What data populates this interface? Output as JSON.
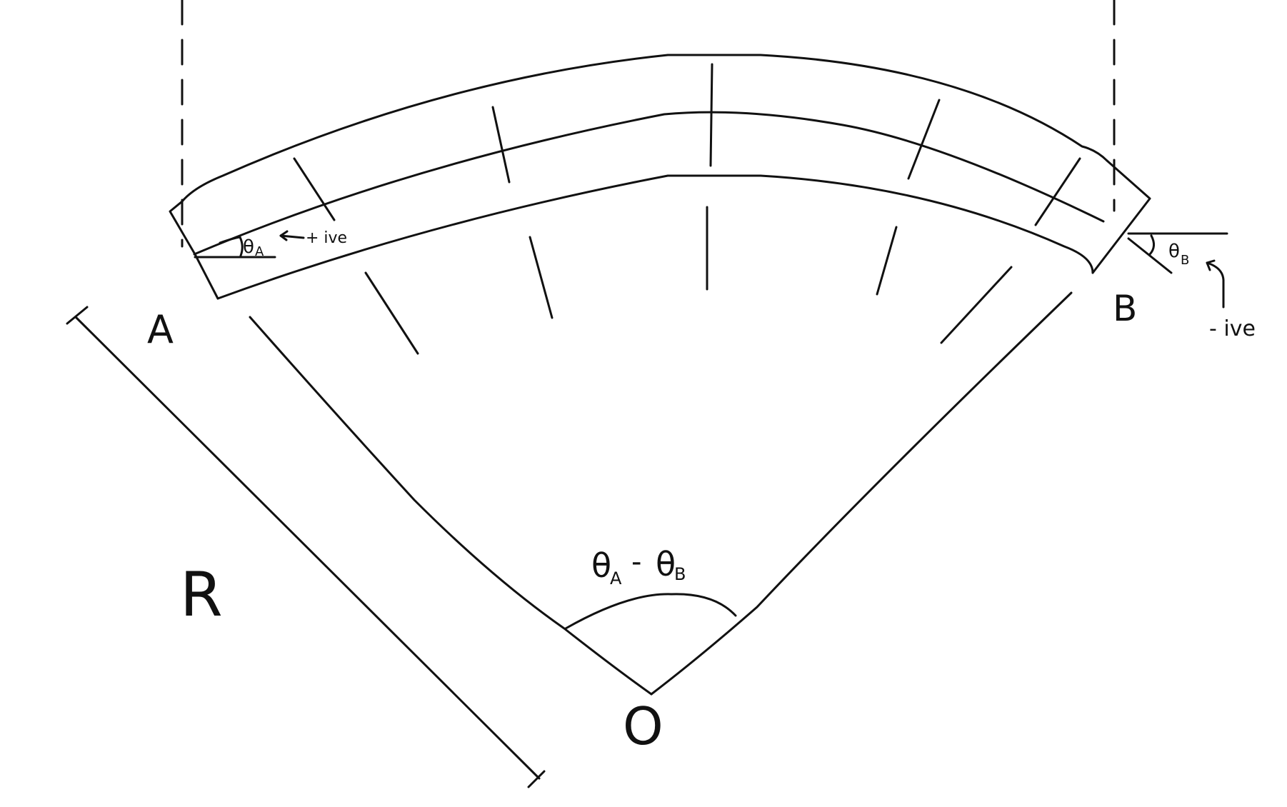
{
  "labels": {
    "point_a": "A",
    "point_b": "B",
    "center": "O",
    "radius": "R",
    "theta_a_symbol": "θ",
    "theta_a_sub": "A",
    "theta_b_symbol": "θ",
    "theta_b_sub": "B",
    "positive_note": "+ ive",
    "negative_note": "- ive",
    "central_angle": {
      "theta1": "θ",
      "sub1": "A",
      "minus": "-",
      "theta2": "θ",
      "sub2": "B"
    }
  }
}
